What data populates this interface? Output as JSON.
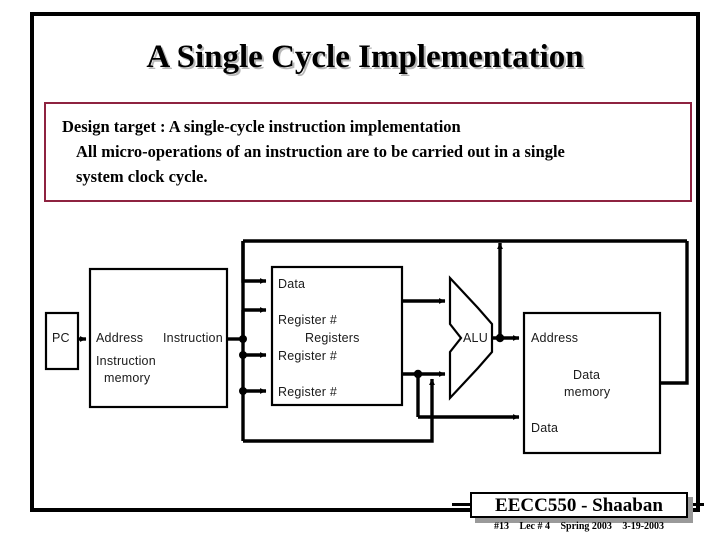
{
  "slide": {
    "title": "A Single Cycle Implementation",
    "frame_color": "#000000",
    "background": "#ffffff"
  },
  "textbox": {
    "border_color": "#8e2340",
    "line1": "Design target :  A single-cycle instruction implementation",
    "line2": "All micro-operations of an instruction are to be carried out in a single",
    "line3": "system clock cycle."
  },
  "diagram": {
    "type": "datapath-block-diagram",
    "blocks": {
      "pc": {
        "label": "PC"
      },
      "instruction_memory": {
        "port_address": "Address",
        "name_line1": "Instruction",
        "name_line2": "memory",
        "output_label": "Instruction"
      },
      "registers": {
        "port_data": "Data",
        "port_reg1": "Register #",
        "name": "Registers",
        "port_reg2": "Register #",
        "port_reg3": "Register #"
      },
      "alu": {
        "label": "ALU"
      },
      "data_memory": {
        "port_address": "Address",
        "name_line1": "Data",
        "name_line2": "memory",
        "port_data": "Data"
      }
    }
  },
  "footer": {
    "course": "EECC550 - Shaaban",
    "slide_number": "#13",
    "lecture": "Lec # 4",
    "term": "Spring 2003",
    "date": "3-19-2003"
  }
}
